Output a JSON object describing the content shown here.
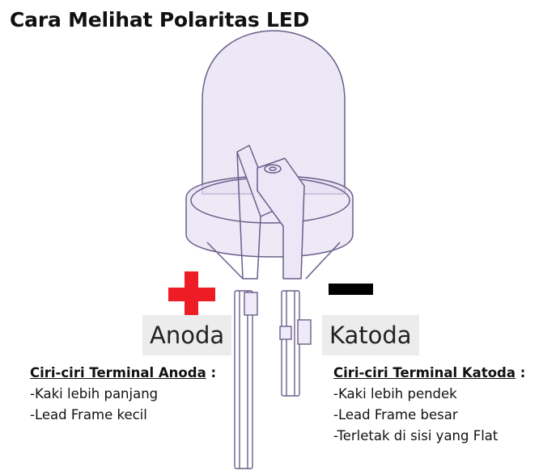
{
  "title": "Cara Melihat Polaritas LED",
  "labels": {
    "anoda": "Anoda",
    "katoda": "Katoda"
  },
  "anoda_info": {
    "heading": "Ciri-ciri Terminal Anoda",
    "colon": " :",
    "items": [
      "-Kaki lebih panjang",
      "-Lead Frame kecil"
    ]
  },
  "katoda_info": {
    "heading": "Ciri-ciri Terminal Katoda",
    "colon": " :",
    "items": [
      "-Kaki lebih pendek",
      "-Lead Frame besar",
      "-Terletak di sisi yang Flat"
    ]
  },
  "colors": {
    "body_fill": "#e6e0f3",
    "outline": "#6a5f8a",
    "plus": "#ee1c24",
    "minus": "#000000",
    "label_bg": "#ececec"
  },
  "icons": [
    "plus-sign-icon",
    "minus-sign-icon"
  ]
}
